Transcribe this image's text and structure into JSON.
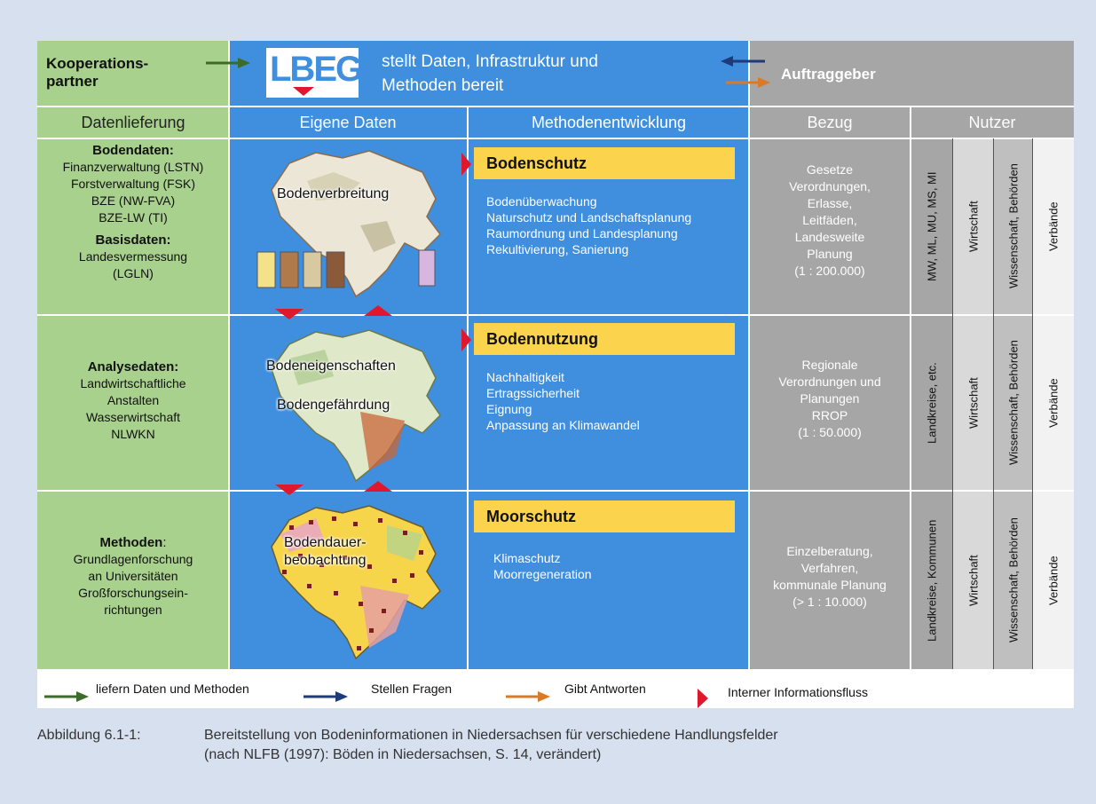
{
  "header": {
    "kooperationspartner": "Kooperations-\npartner",
    "logo_text": "LBEG",
    "lbeg_text": "stellt Daten, Infrastruktur und\nMethoden bereit",
    "auftraggeber": "Auftraggeber"
  },
  "columns": {
    "datenlieferung": "Datenlieferung",
    "eigene_daten": "Eigene Daten",
    "methodenentwicklung": "Methodenentwicklung",
    "bezug": "Bezug",
    "nutzer": "Nutzer"
  },
  "rows": [
    {
      "left_title1": "Bodendaten:",
      "left_text1": "Finanzverwaltung (LSTN)\nForstverwaltung (FSK)\nBZE (NW-FVA)\nBZE-LW (TI)",
      "left_title2": "Basisdaten:",
      "left_text2": "Landesvermessung\n(LGLN)",
      "map_labels": [
        "Bodenverbreitung"
      ],
      "method_title": "Bodenschutz",
      "method_items": "Bodenüberwachung\nNaturschutz und Landschaftsplanung\nRaumordnung und Landesplanung\nRekultivierung, Sanierung",
      "bezug": "Gesetze\nVerordnungen,\nErlasse,\nLeitfäden,\nLandesweite\nPlanung\n(1 : 200.000)",
      "nutzer": [
        "MW, ML, MU, MS, MI",
        "Wirtschaft",
        "Wissenschaft, Behörden",
        "Verbände"
      ]
    },
    {
      "left_title1": "Analysedaten:",
      "left_text1": "Landwirtschaftliche\nAnstalten\nWasserwirtschaft\nNLWKN",
      "map_labels": [
        "Bodeneigenschaften",
        "Bodengefährdung"
      ],
      "method_title": "Bodennutzung",
      "method_items": "Nachhaltigkeit\nErtragssicherheit\nEignung\nAnpassung an Klimawandel",
      "bezug": "Regionale\nVerordnungen und\nPlanungen\nRROP\n(1 : 50.000)",
      "nutzer": [
        "Landkreise, etc.",
        "Wirtschaft",
        "Wissenschaft, Behörden",
        "Verbände"
      ]
    },
    {
      "left_title1": "Methoden",
      "left_title1_suffix": ":",
      "left_text1": "Grundlagenforschung\nan Universitäten\nGroßforschungsein-\nrichtungen",
      "map_labels": [
        "Bodendauer-\nbeobachtung"
      ],
      "method_title": "Moorschutz",
      "method_items": "Klimaschutz\nMoorregeneration",
      "bezug": "Einzelberatung,\nVerfahren,\nkommunale Planung\n(> 1 : 10.000)",
      "nutzer": [
        "Landkreise, Kommunen",
        "Wirtschaft",
        "Wissenschaft, Behörden",
        "Verbände"
      ]
    }
  ],
  "legend": {
    "green": "liefern Daten und Methoden",
    "navy": "Stellen Fragen",
    "orange": "Gibt Antworten",
    "red": "Interner Informationsfluss"
  },
  "caption": {
    "label": "Abbildung 6.1-1:",
    "line1": "Bereitstellung von Bodeninformationen in Niedersachsen für verschiedene Handlungsfelder",
    "line2": "(nach NLFB (1997): Böden in Niedersachsen, S. 14, verändert)"
  },
  "colors": {
    "green": "#a9d18e",
    "blue": "#3f8fde",
    "gray": "#a6a6a6",
    "yellow": "#fcd34d",
    "red": "#e0182d",
    "arrow_green": "#3d6b2a",
    "arrow_navy": "#1f3a78",
    "arrow_orange": "#d97a28"
  }
}
